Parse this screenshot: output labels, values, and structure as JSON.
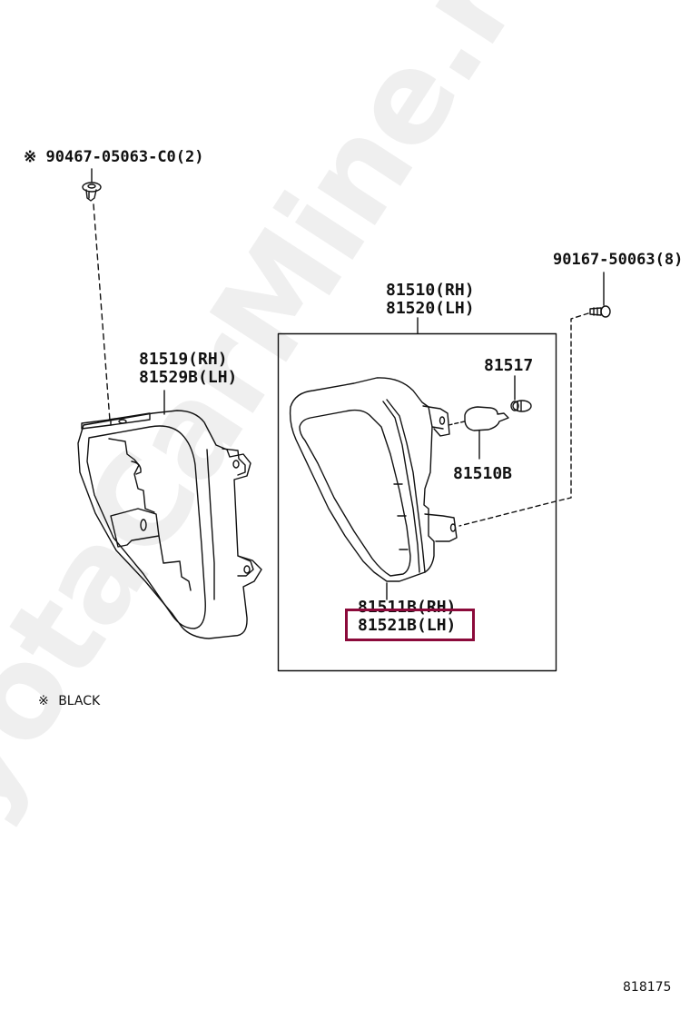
{
  "watermark": {
    "text": "ToyotaCarMine.ru",
    "color": "#efefef"
  },
  "parts": {
    "clip": {
      "marker": "※",
      "part_number": "90467-05063-C0",
      "quantity": "(2)"
    },
    "screw": {
      "part_number": "90167-50063",
      "quantity": "(8)"
    },
    "housing_assy": {
      "rh": "81510(RH)",
      "lh": "81520(LH)"
    },
    "cover": {
      "rh": "81519(RH)",
      "lh": "81529B(LH)"
    },
    "socket": {
      "part_number": "81517"
    },
    "bulb": {
      "part_number": "81510B"
    },
    "lens": {
      "rh": "81511B(RH)",
      "lh": "81521B(LH)"
    }
  },
  "highlight": {
    "target": "81521B(LH)",
    "color": "#8b0a3a"
  },
  "notes": {
    "legend_marker": "※",
    "legend_text": "BLACK"
  },
  "figure_number": "818175",
  "colors": {
    "line": "#111111",
    "background": "#ffffff"
  }
}
